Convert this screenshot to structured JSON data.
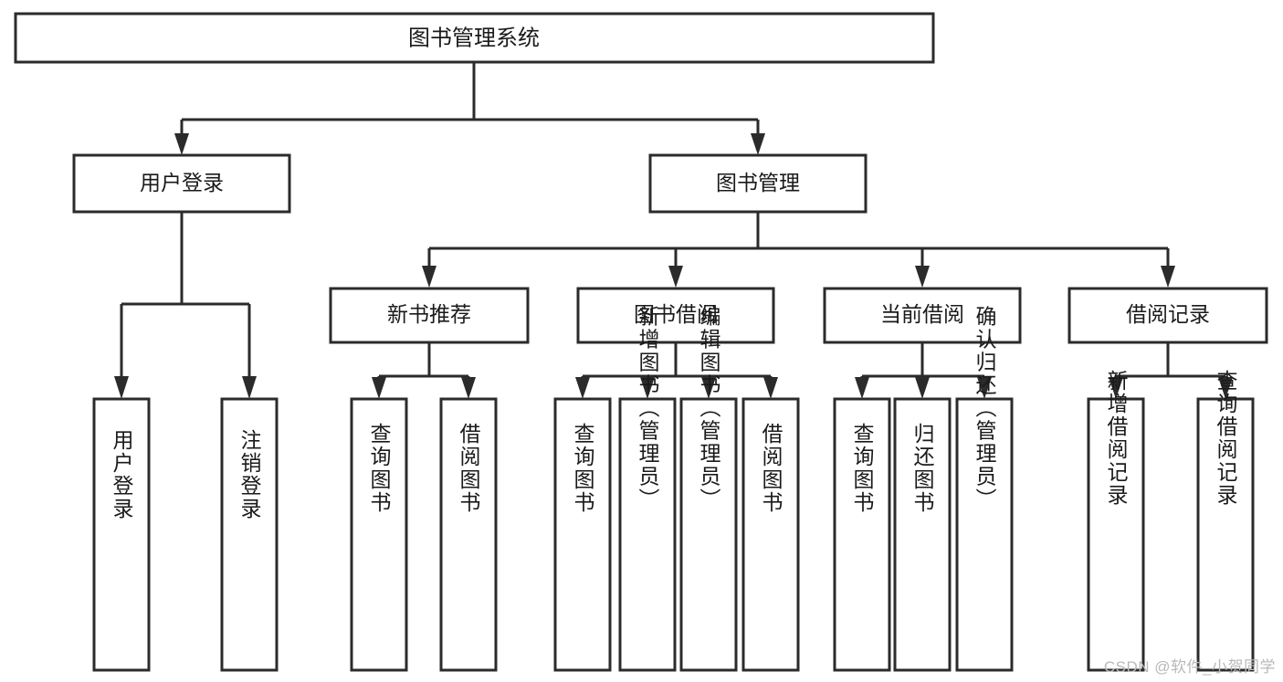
{
  "diagram": {
    "type": "tree-flowchart",
    "title": "图书管理系统",
    "watermark": "CSDN @软件_小贺同学",
    "colors": {
      "box_stroke": "#2b2b2b",
      "box_fill": "#ffffff",
      "text": "#1a1a1a",
      "background": "#ffffff",
      "watermark": "#b9b9b9"
    },
    "nodes": {
      "root": {
        "label": "图书管理系统"
      },
      "level2": [
        {
          "id": "user-login",
          "label": "用户登录"
        },
        {
          "id": "book-management",
          "label": "图书管理"
        }
      ],
      "level3": [
        {
          "id": "new-book-recommend",
          "label": "新书推荐",
          "parent": "book-management"
        },
        {
          "id": "book-borrow",
          "label": "图书借阅",
          "parent": "book-management"
        },
        {
          "id": "current-borrow",
          "label": "当前借阅",
          "parent": "book-management"
        },
        {
          "id": "borrow-record",
          "label": "借阅记录",
          "parent": "book-management"
        }
      ],
      "leaves": [
        {
          "id": "leaf-user-login",
          "label": "用户登录",
          "parent": "user-login"
        },
        {
          "id": "leaf-logout-login",
          "label": "注销登录",
          "parent": "user-login"
        },
        {
          "id": "leaf-query-book-1",
          "label": "查询图书",
          "parent": "new-book-recommend"
        },
        {
          "id": "leaf-borrow-book-1",
          "label": "借阅图书",
          "parent": "new-book-recommend"
        },
        {
          "id": "leaf-query-book-2",
          "label": "查询图书",
          "parent": "book-borrow"
        },
        {
          "id": "leaf-add-book",
          "label": "新增图书（管理员）",
          "parent": "book-borrow"
        },
        {
          "id": "leaf-edit-book",
          "label": "编辑图书（管理员）",
          "parent": "book-borrow"
        },
        {
          "id": "leaf-borrow-book-2",
          "label": "借阅图书",
          "parent": "book-borrow"
        },
        {
          "id": "leaf-query-book-3",
          "label": "查询图书",
          "parent": "current-borrow"
        },
        {
          "id": "leaf-return-book",
          "label": "归还图书",
          "parent": "current-borrow"
        },
        {
          "id": "leaf-confirm-return",
          "label": "确认归还（管理员）",
          "parent": "current-borrow"
        },
        {
          "id": "leaf-add-record",
          "label": "新增借阅记录",
          "parent": "borrow-record"
        },
        {
          "id": "leaf-query-record",
          "label": "查询借阅记录",
          "parent": "borrow-record"
        }
      ]
    }
  }
}
